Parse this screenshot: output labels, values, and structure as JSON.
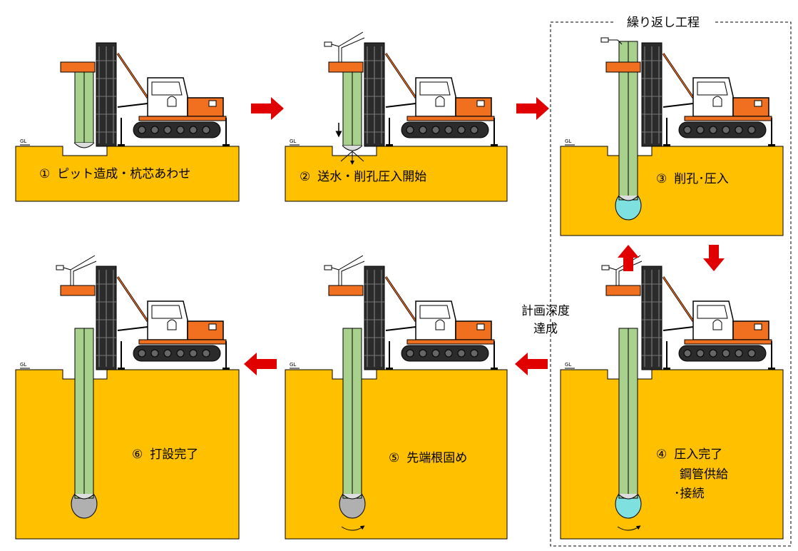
{
  "repeat_label": "繰り返し工程",
  "depth_label_line1": "計画深度",
  "depth_label_line2": "達成",
  "gl": "GL",
  "steps": [
    {
      "num": "①",
      "text": "ピット造成・杭芯あわせ"
    },
    {
      "num": "②",
      "text": "送水・削孔圧入開始"
    },
    {
      "num": "③",
      "text": "削孔･圧入"
    },
    {
      "num": "④",
      "lines": [
        "圧入完了",
        "鋼管供給",
        "･接続"
      ]
    },
    {
      "num": "⑤",
      "text": "先端根固め"
    },
    {
      "num": "⑥",
      "text": "打設完了"
    }
  ],
  "colors": {
    "ground": "#FFC000",
    "pile": "#A9D18E",
    "machine": "#F07020",
    "mast": "#333333",
    "arrow": "#E00000",
    "bulb_water": "#7FE0E0",
    "bulb_cement": "#B0B0B0"
  }
}
